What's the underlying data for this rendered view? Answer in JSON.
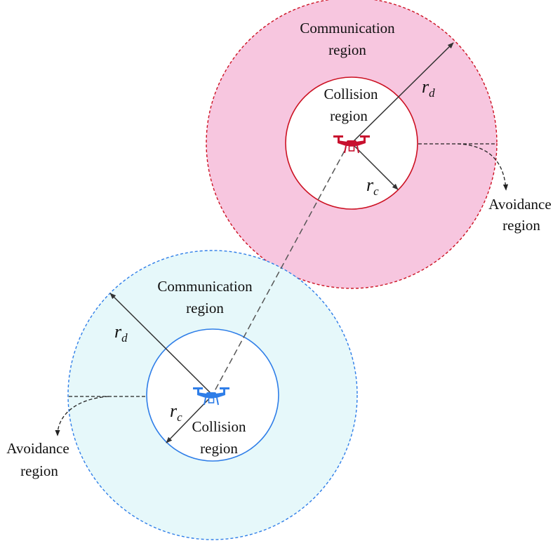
{
  "colors": {
    "red_fill": "#f7c6df",
    "red_stroke": "#cc1122",
    "blue_fill": "#e6f8fa",
    "blue_stroke": "#2f7ee8",
    "line": "#333333",
    "drone_red": "#c8102e",
    "drone_blue": "#2f7ee8"
  },
  "icons": {
    "drone_red": "quadcopter-drone-icon",
    "drone_blue": "quadcopter-drone-icon"
  },
  "red": {
    "comm_line1": "Communication",
    "comm_line2": "region",
    "coll_line1": "Collision",
    "coll_line2": "region",
    "rd_main": "r",
    "rd_sub": "d",
    "rc_main": "r",
    "rc_sub": "c",
    "avoid_line1": "Avoidance",
    "avoid_line2": "region"
  },
  "blue": {
    "comm_line1": "Communication",
    "comm_line2": "region",
    "coll_line1": "Collision",
    "coll_line2": "region",
    "rd_main": "r",
    "rd_sub": "d",
    "rc_main": "r",
    "rc_sub": "c",
    "avoid_line1": "Avoidance",
    "avoid_line2": "region"
  }
}
